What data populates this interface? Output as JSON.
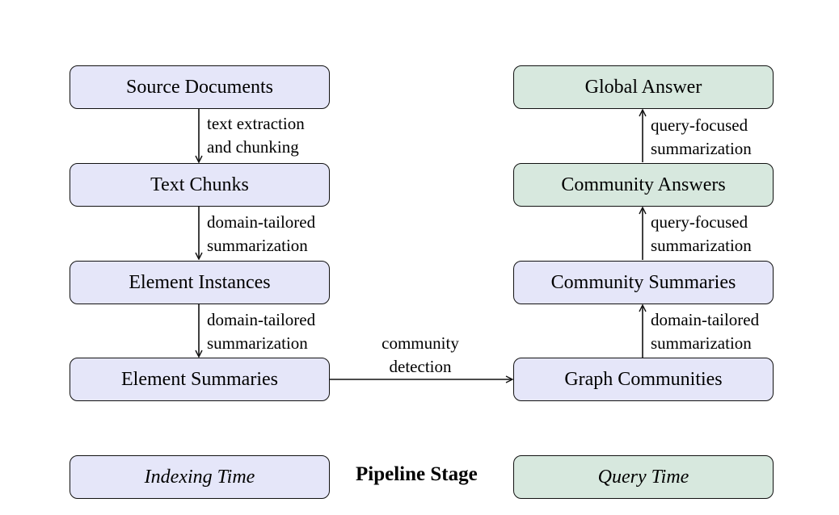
{
  "diagram": {
    "nodes": {
      "source_documents": "Source Documents",
      "text_chunks": "Text Chunks",
      "element_instances": "Element Instances",
      "element_summaries": "Element Summaries",
      "graph_communities": "Graph Communities",
      "community_summaries": "Community Summaries",
      "community_answers": "Community Answers",
      "global_answer": "Global Answer"
    },
    "edges": {
      "docs_to_chunks": [
        "text extraction",
        "and chunking"
      ],
      "chunks_to_instances": [
        "domain-tailored",
        "summarization"
      ],
      "instances_to_summaries": [
        "domain-tailored",
        "summarization"
      ],
      "summaries_to_communities": [
        "community",
        "detection"
      ],
      "communities_to_community_summaries": [
        "domain-tailored",
        "summarization"
      ],
      "community_summaries_to_answers": [
        "query-focused",
        "summarization"
      ],
      "answers_to_global": [
        "query-focused",
        "summarization"
      ]
    },
    "legend": {
      "indexing_label": "Indexing Time",
      "title": "Pipeline Stage",
      "query_label": "Query Time"
    },
    "colors": {
      "indexing_fill": "#e5e6f9",
      "query_fill": "#d7e8de",
      "stroke": "#111111"
    }
  }
}
